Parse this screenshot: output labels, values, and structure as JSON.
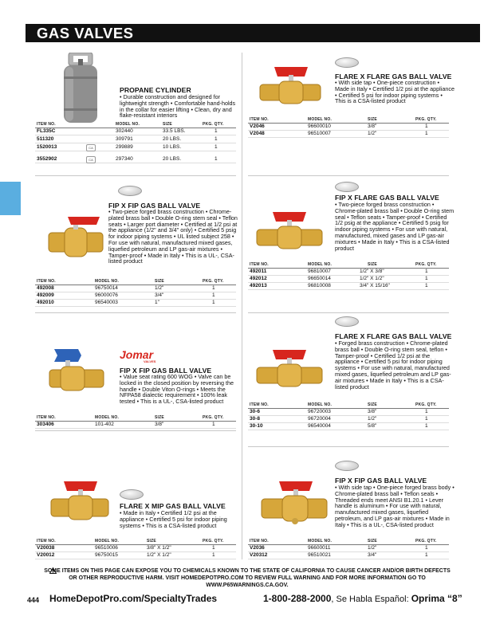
{
  "section_title": "GAS VALVES",
  "products": [
    {
      "title": "PROPANE CYLINDER",
      "desc": "• Durable construction and designed for lightweight strength • Comfortable hand-holds in the collar for easier lifting • Clean, dry and flake-resistant interiors",
      "headers": [
        "ITEM NO.",
        "MODEL NO.",
        "SIZE",
        "PKG. QTY."
      ],
      "rows": [
        [
          "FL335C",
          "302440",
          "33.5 LBS.",
          "1"
        ],
        [
          "511320",
          "309791",
          "20 LBS.",
          "1"
        ],
        [
          "1520013",
          "299889",
          "10 LBS.",
          "1"
        ],
        [
          "3552902",
          "297340",
          "20 LBS.",
          "1"
        ]
      ]
    },
    {
      "title": "FIP X FIP GAS BALL VALVE",
      "desc": "• Two-piece forged brass construction • Chrome-plated brass ball • Double O-ring stem seal • Teflon seats • Larger port diameter • Certified at 1/2 psi at the appliance (1/2\" and 3/4\" only) • Certified 5 psig for indoor piping systems • UL listed subject 258 • For use with natural, manufactured mixed gases, liquefied petroleum and LP gas-air mixtures • Tamper-proof • Made in Italy • This is a UL-, CSA-listed product",
      "headers": [
        "ITEM NO.",
        "MODEL NO.",
        "SIZE",
        "PKG. QTY."
      ],
      "rows": [
        [
          "492008",
          "96750014",
          "1/2\"",
          "1"
        ],
        [
          "492009",
          "96000076",
          "3/4\"",
          "1"
        ],
        [
          "492010",
          "96540003",
          "1\"",
          "1"
        ]
      ]
    },
    {
      "brand": "Jomar",
      "brand_sub": "VALVES",
      "title": "FIP X FIP GAS BALL VALVE",
      "desc": "• Value seat rating 600 WOG • Valve can be locked in the closed position by reversing the handle • Double Viton O-rings • Meets the NFPA58 dialectic requirement • 100% leak tested • This is a UL-, CSA-listed product",
      "headers": [
        "ITEM NO.",
        "MODEL NO.",
        "SIZE",
        "PKG. QTY."
      ],
      "rows": [
        [
          "303406",
          "101-402",
          "3/8\"",
          "1"
        ]
      ]
    },
    {
      "title": "FLARE X MIP GAS BALL VALVE",
      "desc": "• Made in Italy • Certified 1/2 psi at the appliance • Certified 5 psi for indoor piping systems • This is a CSA-listed product",
      "headers": [
        "ITEM NO.",
        "MODEL NO.",
        "SIZE",
        "PKG. QTY."
      ],
      "rows": [
        [
          "V20038",
          "96510006",
          "3/8\" X 1/2\"",
          "1"
        ],
        [
          "V20012",
          "96750015",
          "1/2\" X 1/2\"",
          "1"
        ]
      ]
    },
    {
      "title": "FLARE X FLARE GAS BALL VALVE",
      "desc": "• With side tap • One-piece construction • Made in Italy • Certified 1/2 psi at the appliance • Certified 5 psi for indoor piping systems • This is a CSA-listed product",
      "headers": [
        "ITEM NO.",
        "MODEL NO.",
        "SIZE",
        "PKG. QTY."
      ],
      "rows": [
        [
          "V2046",
          "96600010",
          "3/8\"",
          "1"
        ],
        [
          "V2048",
          "96510007",
          "1/2\"",
          "1"
        ]
      ]
    },
    {
      "title": "FIP X FLARE GAS BALL VALVE",
      "desc": "• Two-piece forged brass construction • Chrome-plated brass ball • Double O-ring stem seal • Teflon seats • Tamper-proof • Certified 1/2 psig at the appliance • Certified 5 psig for indoor piping systems • For use with natural, manufactured, mixed gases and LP gas-air mixtures • Made in Italy • This is a CSA-listed product",
      "headers": [
        "ITEM NO.",
        "MODEL NO.",
        "SIZE",
        "PKG. QTY."
      ],
      "rows": [
        [
          "492011",
          "96810007",
          "1/2\" X 3/8\"",
          "1"
        ],
        [
          "492012",
          "96650014",
          "1/2\" X 1/2\"",
          "1"
        ],
        [
          "492013",
          "96810008",
          "3/4\" X 15/16\"",
          "1"
        ]
      ]
    },
    {
      "title": "FLARE X FLARE GAS BALL VALVE",
      "desc": "• Forged brass construction • Chrome-plated brass ball • Double O-ring stem seal, teflon • Tamper-proof • Certified 1/2 psi at the appliance • Certified 5 psi for indoor piping systems • For use with natural, manufactured mixed gases, liquefied petroleum and LP gas-air mixtures • Made in Italy • This is a CSA-listed product",
      "headers": [
        "ITEM NO.",
        "MODEL NO.",
        "SIZE",
        "PKG. QTY."
      ],
      "rows": [
        [
          "30-6",
          "96720003",
          "3/8\"",
          "1"
        ],
        [
          "30-8",
          "96720004",
          "1/2\"",
          "1"
        ],
        [
          "30-10",
          "96540004",
          "5/8\"",
          "1"
        ]
      ]
    },
    {
      "title": "FIP X FIP GAS BALL VALVE",
      "desc": "• With side tap • One-piece forged brass body • Chrome-plated brass ball • Teflon seals • Threaded ends meet ANSI B1.20.1 • Lever handle is aluminum • For use with natural, manufactured mixed gases, liquefied petroleum, and LP gas-air mixtures • Made in Italy • This is a UL-, CSA-listed product",
      "headers": [
        "ITEM NO.",
        "MODEL NO.",
        "SIZE",
        "PKG. QTY."
      ],
      "rows": [
        [
          "V2036",
          "96600011",
          "1/2\"",
          "1"
        ],
        [
          "V20312",
          "96510021",
          "3/4\"",
          "1"
        ]
      ]
    }
  ],
  "ca_icon_label": "CA",
  "warning_text": "SOME ITEMS ON THIS PAGE CAN EXPOSE YOU TO CHEMICALS KNOWN TO THE STATE OF CALIFORNIA TO CAUSE CANCER AND/OR BIRTH DEFECTS OR OTHER REPRODUCTIVE HARM. VISIT HOMEDEPOTPRO.COM TO REVIEW FULL WARNING AND FOR MORE INFORMATION GO TO WWW.P65WARNINGS.CA.GOV.",
  "footer": {
    "page_number": "444",
    "website": "HomeDepotPro.com/SpecialtyTrades",
    "phone": "1-800-288-2000",
    "spanish": ", Se Habla Español: ",
    "option": "Oprima “8”"
  },
  "colors": {
    "banner": "#111111",
    "side_tab": "#5aaee0",
    "brand_red": "#d7261e"
  }
}
